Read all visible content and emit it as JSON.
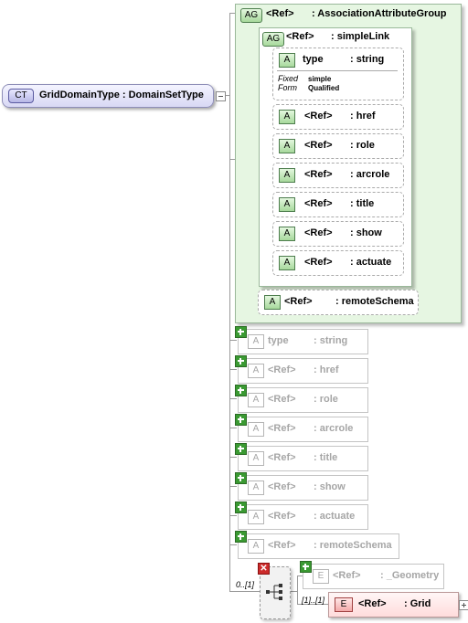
{
  "complex_type": {
    "badge": "CT",
    "label": "GridDomainType : DomainSetType"
  },
  "association_group": {
    "badge": "AG",
    "ref": "<Ref>",
    "name": ": AssociationAttributeGroup"
  },
  "simple_link": {
    "badge": "AG",
    "ref": "<Ref>",
    "name": ": simpleLink"
  },
  "type_attr": {
    "badge": "A",
    "label": "type",
    "name": ": string",
    "fixed_label_1": "Fixed",
    "fixed_label_2": "Form",
    "fixed_value_1": "simple",
    "fixed_value_2": "Qualified"
  },
  "link_attrs": [
    {
      "badge": "A",
      "ref": "<Ref>",
      "name": ": href"
    },
    {
      "badge": "A",
      "ref": "<Ref>",
      "name": ": role"
    },
    {
      "badge": "A",
      "ref": "<Ref>",
      "name": ": arcrole"
    },
    {
      "badge": "A",
      "ref": "<Ref>",
      "name": ": title"
    },
    {
      "badge": "A",
      "ref": "<Ref>",
      "name": ": show"
    },
    {
      "badge": "A",
      "ref": "<Ref>",
      "name": ": actuate"
    }
  ],
  "remote_schema": {
    "badge": "A",
    "ref": "<Ref>",
    "name": ": remoteSchema"
  },
  "inherited_attrs": [
    {
      "badge": "A",
      "ref": "type",
      "name": ": string"
    },
    {
      "badge": "A",
      "ref": "<Ref>",
      "name": ": href"
    },
    {
      "badge": "A",
      "ref": "<Ref>",
      "name": ": role"
    },
    {
      "badge": "A",
      "ref": "<Ref>",
      "name": ": arcrole"
    },
    {
      "badge": "A",
      "ref": "<Ref>",
      "name": ": title"
    },
    {
      "badge": "A",
      "ref": "<Ref>",
      "name": ": show"
    },
    {
      "badge": "A",
      "ref": "<Ref>",
      "name": ": actuate"
    },
    {
      "badge": "A",
      "ref": "<Ref>",
      "name": ": remoteSchema"
    }
  ],
  "choice": {
    "occurrence": "0..[1]"
  },
  "geometry_element": {
    "badge": "E",
    "ref": "<Ref>",
    "name": ": _Geometry"
  },
  "grid_element": {
    "badge": "E",
    "ref": "<Ref>",
    "name": ": Grid",
    "occurrence": "[1]..[1]"
  }
}
